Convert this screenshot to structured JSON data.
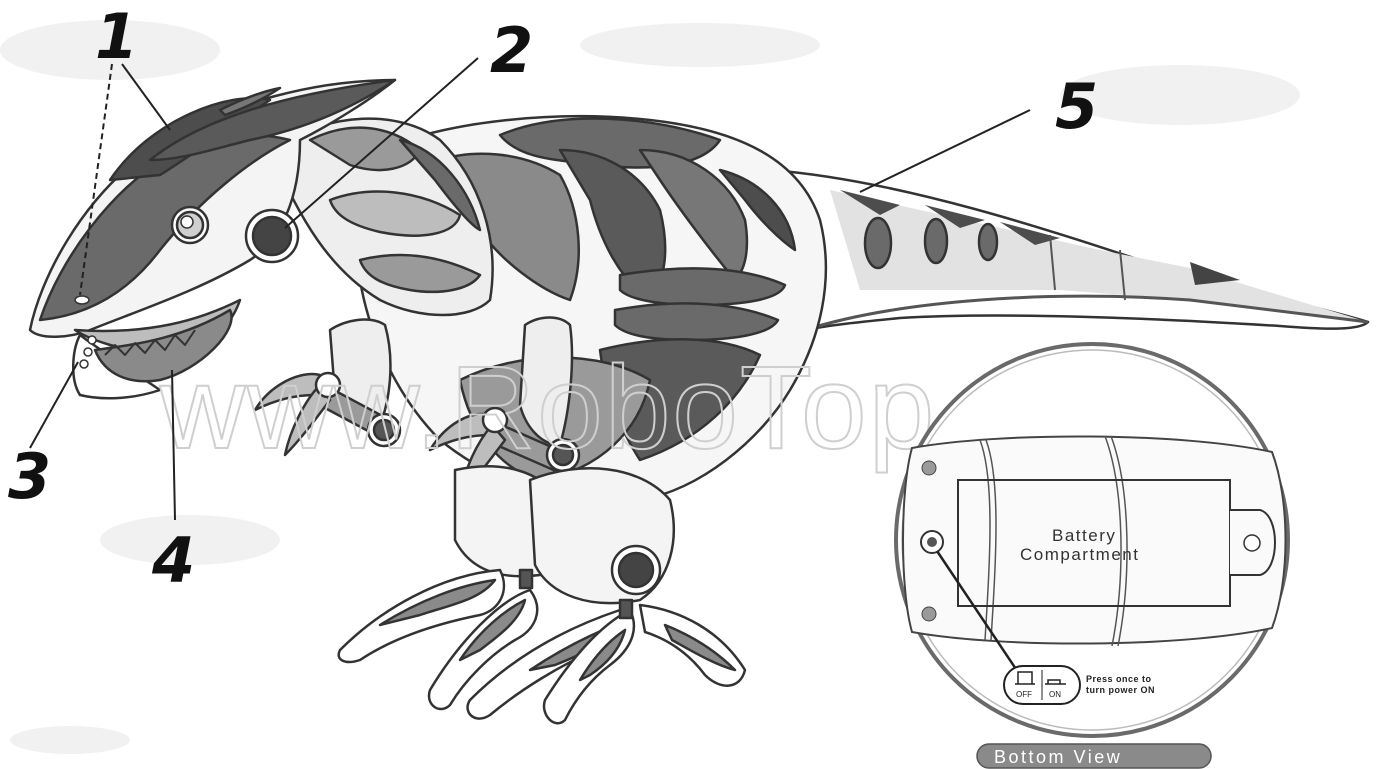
{
  "callouts": [
    "1",
    "2",
    "3",
    "4",
    "5"
  ],
  "watermark": "www.RoboTop.ru",
  "bottom_view": {
    "label": "Bottom View",
    "battery_line1": "Battery",
    "battery_line2": "Compartment",
    "switch_off": "OFF",
    "switch_on": "ON",
    "instruction_line1": "Press once to",
    "instruction_line2": "turn power ON"
  }
}
